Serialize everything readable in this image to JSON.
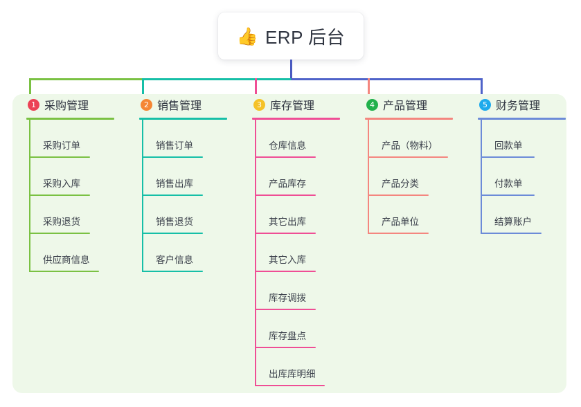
{
  "root": {
    "icon": "thumbs-up-emoji",
    "icon_glyph": "👍",
    "title": "ERP 后台"
  },
  "colors": {
    "panel_bg": "#eef8e9",
    "page_bg": "#ffffff",
    "root_stem": "#4a5ac0",
    "trunk_green": "#7ac143",
    "trunk_teal": "#16bfa7",
    "trunk_blue": "#4f63c9"
  },
  "columns": [
    {
      "index": "1",
      "title": "采购管理",
      "badge_color": "#ec4256",
      "line_color": "#7ac143",
      "items": [
        {
          "label": "采购订单",
          "width": 88
        },
        {
          "label": "采购入库",
          "width": 88
        },
        {
          "label": "采购退货",
          "width": 88
        },
        {
          "label": "供应商信息",
          "width": 101
        }
      ]
    },
    {
      "index": "2",
      "title": "销售管理",
      "badge_color": "#f58634",
      "line_color": "#16bfa7",
      "items": [
        {
          "label": "销售订单",
          "width": 88
        },
        {
          "label": "销售出库",
          "width": 88
        },
        {
          "label": "销售退货",
          "width": 88
        },
        {
          "label": "客户信息",
          "width": 88
        }
      ]
    },
    {
      "index": "3",
      "title": "库存管理",
      "badge_color": "#f5c228",
      "line_color": "#ef4e95",
      "items": [
        {
          "label": "仓库信息",
          "width": 88
        },
        {
          "label": "产品库存",
          "width": 88
        },
        {
          "label": "其它出库",
          "width": 88
        },
        {
          "label": "其它入库",
          "width": 88
        },
        {
          "label": "库存调拨",
          "width": 88
        },
        {
          "label": "库存盘点",
          "width": 88
        },
        {
          "label": "出库库明细",
          "width": 101
        }
      ]
    },
    {
      "index": "4",
      "title": "产品管理",
      "badge_color": "#22b14c",
      "line_color": "#f4867f",
      "items": [
        {
          "label": "产品（物料）",
          "width": 116
        },
        {
          "label": "产品分类",
          "width": 88
        },
        {
          "label": "产品单位",
          "width": 88
        }
      ]
    },
    {
      "index": "5",
      "title": "财务管理",
      "badge_color": "#1eaaec",
      "line_color": "#6c8bd8",
      "items": [
        {
          "label": "回款单",
          "width": 78
        },
        {
          "label": "付款单",
          "width": 78
        },
        {
          "label": "结算账户",
          "width": 88
        }
      ]
    }
  ]
}
